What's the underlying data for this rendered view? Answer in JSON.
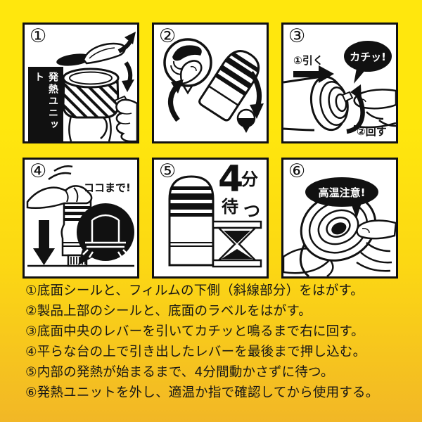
{
  "colors": {
    "bg_top": "#ffe70d",
    "bg_mid": "#fcd813",
    "bg_bottom": "#f2b726",
    "ink": "#111111",
    "panel_bg": "#ffffff"
  },
  "panels": [
    {
      "number": "①",
      "callouts": {
        "unit_label": "発熱ユニット"
      }
    },
    {
      "number": "②",
      "callouts": {}
    },
    {
      "number": "③",
      "callouts": {
        "pull": "①引く",
        "click": "カチッ!",
        "turn": "②回す"
      }
    },
    {
      "number": "④",
      "callouts": {
        "here": "ココまで!"
      }
    },
    {
      "number": "⑤",
      "callouts": {
        "wait_number": "4",
        "wait_unit": "分",
        "wait_char1": "待",
        "wait_char2": "つ"
      }
    },
    {
      "number": "⑥",
      "callouts": {
        "hot": "高温注意!"
      }
    }
  ],
  "instructions": [
    "①底面シールと、フィルムの下側（斜線部分）をはがす。",
    "②製品上部のシールと、底面のラベルをはがす。",
    "③底面中央のレバーを引いてカチッと鳴るまで右に回す。",
    "④平らな台の上で引き出したレバーを最後まで押し込む。",
    "⑤内部の発熱が始まるまで、4分間動かさずに待つ。",
    "⑥発熱ユニットを外し、適温か指で確認してから使用する。"
  ]
}
